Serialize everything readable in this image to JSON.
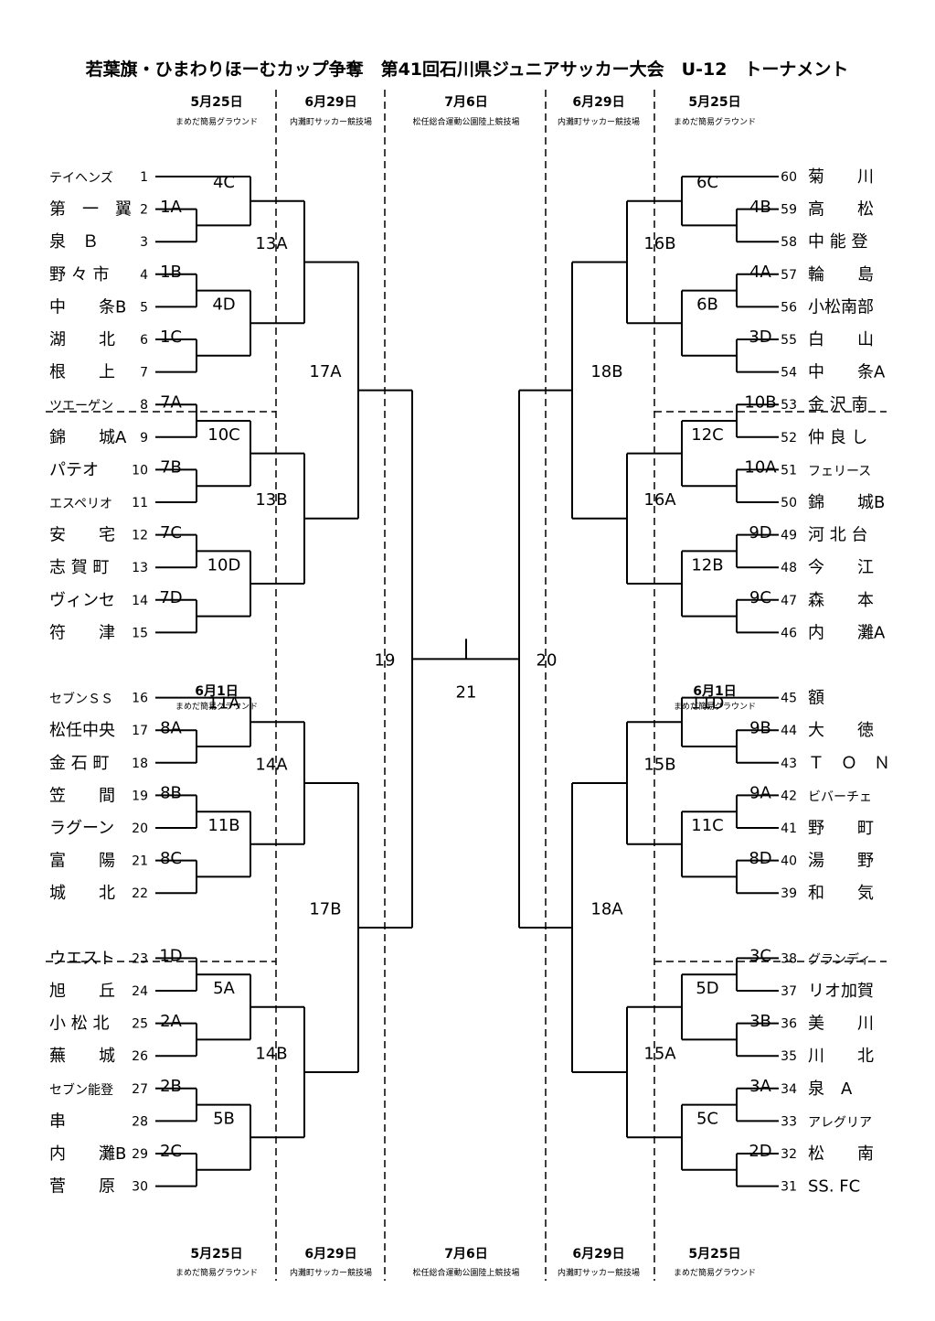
{
  "title": "若葉旗・ひまわりほーむカップ争奪　第41回石川県ジュニアサッカー大会　U-12　トーナメント",
  "schedule_top": [
    {
      "date": "5月25日",
      "venue": "まめだ簡易グラウンド"
    },
    {
      "date": "6月29日",
      "venue": "内灘町サッカー競技場"
    },
    {
      "date": "7月6日",
      "venue": "松任総合運動公園陸上競技場"
    },
    {
      "date": "6月29日",
      "venue": "内灘町サッカー競技場"
    },
    {
      "date": "5月25日",
      "venue": "まめだ簡易グラウンド"
    }
  ],
  "schedule_mid": [
    {
      "date": "6月1日",
      "venue": "まめだ簡易グラウンド"
    },
    {
      "date": "6月1日",
      "venue": "まめだ簡易グラウンド"
    }
  ],
  "schedule_bottom": [
    {
      "date": "5月25日",
      "venue": "まめだ簡易グラウンド"
    },
    {
      "date": "6月29日",
      "venue": "内灘町サッカー競技場"
    },
    {
      "date": "7月6日",
      "venue": "松任総合運動公園陸上競技場"
    },
    {
      "date": "6月29日",
      "venue": "内灘町サッカー競技場"
    },
    {
      "date": "5月25日",
      "venue": "まめだ簡易グラウンド"
    }
  ],
  "teams_left": [
    {
      "seed": "1",
      "name": "テイヘンズ"
    },
    {
      "seed": "2",
      "name": "第　一　翼"
    },
    {
      "seed": "3",
      "name": "泉　Ｂ"
    },
    {
      "seed": "4",
      "name": "野 々 市"
    },
    {
      "seed": "5",
      "name": "中　　条B"
    },
    {
      "seed": "6",
      "name": "湖　　北"
    },
    {
      "seed": "7",
      "name": "根　　上"
    },
    {
      "seed": "8",
      "name": "ツエーゲン"
    },
    {
      "seed": "9",
      "name": "錦　　城A"
    },
    {
      "seed": "10",
      "name": "パテオ"
    },
    {
      "seed": "11",
      "name": "エスペリオ"
    },
    {
      "seed": "12",
      "name": "安　　宅"
    },
    {
      "seed": "13",
      "name": "志 賀 町"
    },
    {
      "seed": "14",
      "name": "ヴィンセ"
    },
    {
      "seed": "15",
      "name": "符　　津"
    },
    {
      "seed": "16",
      "name": "セブンＳＳ"
    },
    {
      "seed": "17",
      "name": "松任中央"
    },
    {
      "seed": "18",
      "name": "金 石 町"
    },
    {
      "seed": "19",
      "name": "笠　　間"
    },
    {
      "seed": "20",
      "name": "ラグーン"
    },
    {
      "seed": "21",
      "name": "富　　陽"
    },
    {
      "seed": "22",
      "name": "城　　北"
    },
    {
      "seed": "23",
      "name": "ウエスト"
    },
    {
      "seed": "24",
      "name": "旭　　丘"
    },
    {
      "seed": "25",
      "name": "小 松 北"
    },
    {
      "seed": "26",
      "name": "蕪　　城"
    },
    {
      "seed": "27",
      "name": "セブン能登"
    },
    {
      "seed": "28",
      "name": "串"
    },
    {
      "seed": "29",
      "name": "内　　灘B"
    },
    {
      "seed": "30",
      "name": "菅　　原"
    }
  ],
  "teams_right": [
    {
      "seed": "60",
      "name": "菊　　川"
    },
    {
      "seed": "59",
      "name": "高　　松"
    },
    {
      "seed": "58",
      "name": "中 能 登"
    },
    {
      "seed": "57",
      "name": "輪　　島"
    },
    {
      "seed": "56",
      "name": "小松南部"
    },
    {
      "seed": "55",
      "name": "白　　山"
    },
    {
      "seed": "54",
      "name": "中　　条A"
    },
    {
      "seed": "53",
      "name": "金 沢 南"
    },
    {
      "seed": "52",
      "name": "仲 良 し"
    },
    {
      "seed": "51",
      "name": "フェリース"
    },
    {
      "seed": "50",
      "name": "錦　　城B"
    },
    {
      "seed": "49",
      "name": "河 北 台"
    },
    {
      "seed": "48",
      "name": "今　　江"
    },
    {
      "seed": "47",
      "name": "森　　本"
    },
    {
      "seed": "46",
      "name": "内　　灘A"
    },
    {
      "seed": "45",
      "name": "額"
    },
    {
      "seed": "44",
      "name": "大　　徳"
    },
    {
      "seed": "43",
      "name": "Ｔ　Ｏ　Ｎ"
    },
    {
      "seed": "42",
      "name": "ビバーチェ"
    },
    {
      "seed": "41",
      "name": "野　　町"
    },
    {
      "seed": "40",
      "name": "湯　　野"
    },
    {
      "seed": "39",
      "name": "和　　気"
    },
    {
      "seed": "38",
      "name": "グランディ"
    },
    {
      "seed": "37",
      "name": "リオ加賀"
    },
    {
      "seed": "36",
      "name": "美　　川"
    },
    {
      "seed": "35",
      "name": "川　　北"
    },
    {
      "seed": "34",
      "name": "泉　A"
    },
    {
      "seed": "33",
      "name": "アレグリア"
    },
    {
      "seed": "32",
      "name": "松　　南"
    },
    {
      "seed": "31",
      "name": "SS. FC"
    }
  ],
  "matches_left": [
    "1A",
    "1B",
    "1C",
    "4C",
    "4D",
    "7A",
    "7B",
    "7C",
    "7D",
    "10C",
    "10D",
    "13A",
    "13B",
    "8A",
    "8B",
    "8C",
    "11A",
    "11B",
    "1D",
    "2A",
    "2B",
    "2C",
    "5A",
    "5B",
    "14A",
    "14B",
    "17A",
    "17B",
    "19"
  ],
  "matches_right": [
    "4B",
    "4A",
    "3D",
    "6C",
    "6B",
    "10B",
    "10A",
    "9D",
    "9C",
    "12C",
    "12B",
    "16B",
    "16A",
    "9B",
    "9A",
    "8D",
    "11D",
    "11C",
    "3C",
    "3B",
    "3A",
    "2D",
    "5D",
    "5C",
    "15B",
    "15A",
    "18B",
    "18A",
    "20"
  ],
  "final": "21"
}
